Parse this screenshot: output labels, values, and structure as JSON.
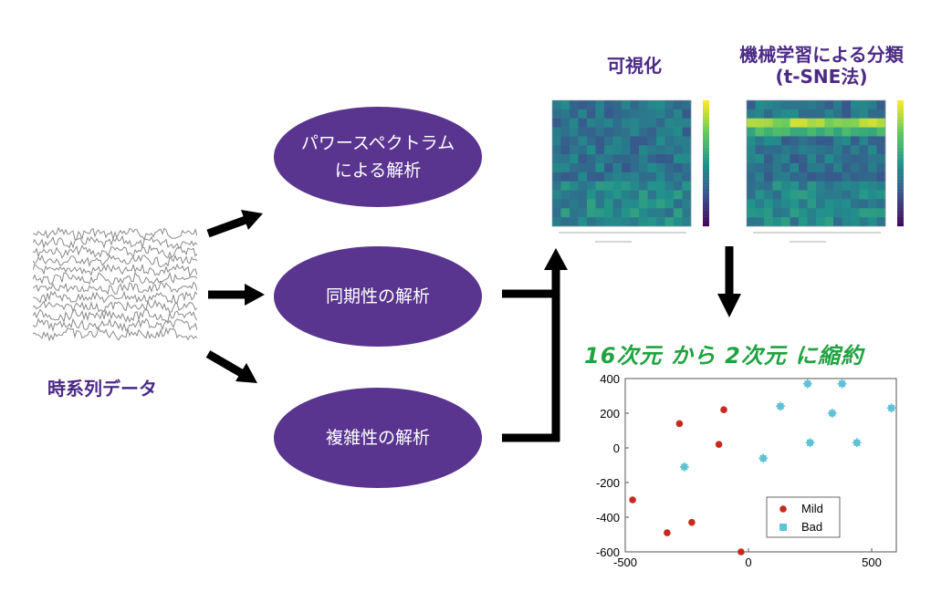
{
  "labels": {
    "timeseries": "時系列データ",
    "power_line1": "パワースペクトラム",
    "power_line2": "による解析",
    "sync": "同期性の解析",
    "complex": "複雑性の解析",
    "visualize": "可視化",
    "ml_line1": "機械学習による分類",
    "ml_line2": "(t-SNE法)",
    "reduction": "16次元 から 2次元 に縮約"
  },
  "colors": {
    "ellipse": "#5a3590",
    "text_purple": "#4b2a86",
    "green": "#21a341",
    "mild": "#c8281e",
    "bad": "#5fc2d6"
  },
  "icons": [
    "arrow-right-up-icon",
    "arrow-right-icon",
    "arrow-right-down-icon",
    "arrow-up-icon",
    "arrow-down-icon"
  ],
  "chart_data": {
    "type": "scatter",
    "xlim": [
      -500,
      600
    ],
    "ylim": [
      -600,
      400
    ],
    "x_ticks": [
      -500,
      0,
      500
    ],
    "y_ticks": [
      400,
      200,
      0,
      -200,
      -400,
      -600
    ],
    "legend_placement": "bottom-right",
    "series": [
      {
        "name": "Mild",
        "color": "#c8281e",
        "points": [
          [
            -100,
            220
          ],
          [
            -280,
            140
          ],
          [
            -120,
            20
          ],
          [
            -470,
            -300
          ],
          [
            -330,
            -490
          ],
          [
            -230,
            -430
          ],
          [
            -30,
            -600
          ]
        ]
      },
      {
        "name": "Bad",
        "color": "#5fc2d6",
        "points": [
          [
            240,
            370
          ],
          [
            380,
            370
          ],
          [
            130,
            240
          ],
          [
            340,
            200
          ],
          [
            580,
            230
          ],
          [
            250,
            30
          ],
          [
            440,
            30
          ],
          [
            60,
            -60
          ],
          [
            -260,
            -110
          ]
        ]
      }
    ]
  }
}
